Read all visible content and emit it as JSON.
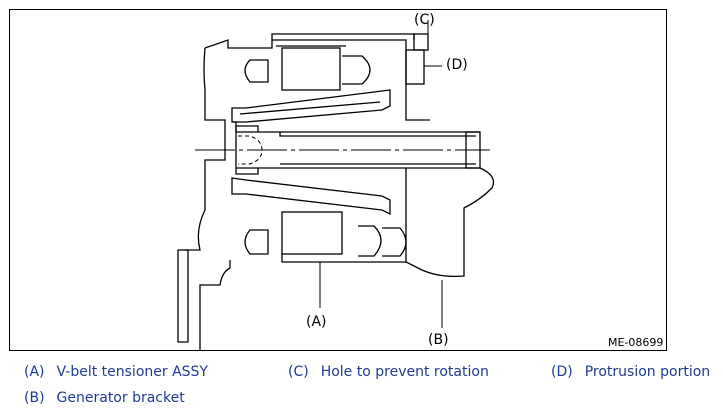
{
  "figure": {
    "id_label": "ME-08699",
    "callouts": {
      "a": "(A)",
      "b": "(B)",
      "c": "(C)",
      "d": "(D)"
    }
  },
  "legend": [
    {
      "key": "(A)",
      "text": "V-belt tensioner ASSY"
    },
    {
      "key": "(C)",
      "text": "Hole to prevent rotation"
    },
    {
      "key": "(D)",
      "text": "Protrusion portion"
    },
    {
      "key": "(B)",
      "text": "Generator bracket"
    }
  ],
  "colors": {
    "line": "#000000",
    "legend_text": "#1f3a93"
  }
}
